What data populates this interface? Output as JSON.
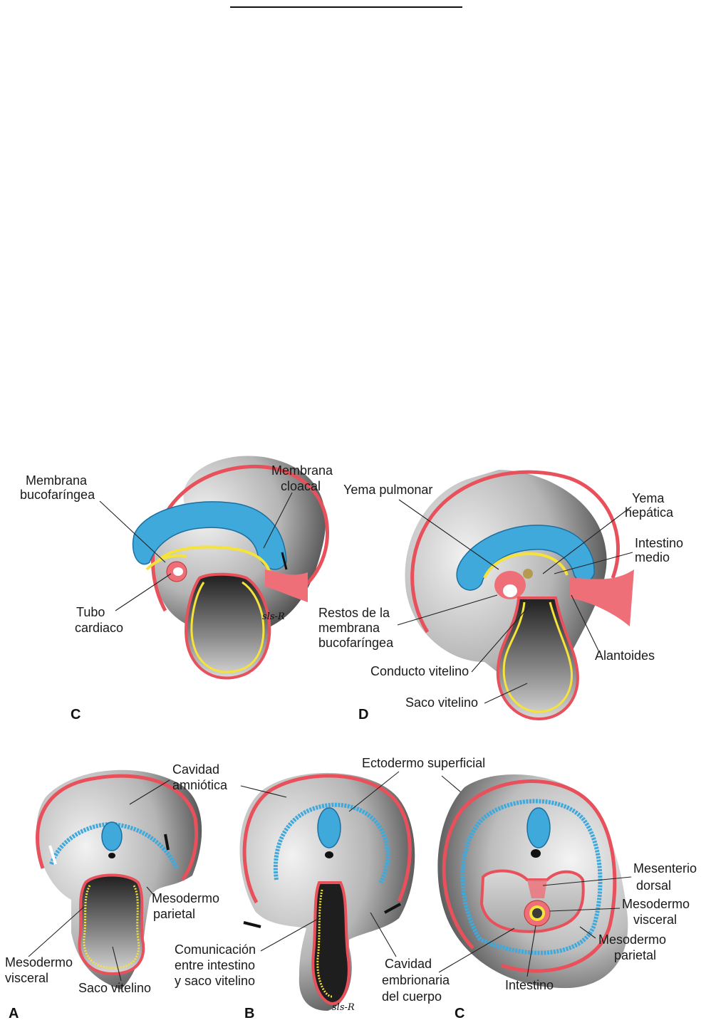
{
  "top_rule": "",
  "figure_upper": {
    "panel_c": {
      "letter": "C",
      "labels": {
        "membrana_bucofaringea_1": "Membrana",
        "membrana_bucofaringea_2": "bucofaríngea",
        "membrana_cloacal_1": "Membrana",
        "membrana_cloacal_2": "cloacal",
        "tubo_cardiaco_1": "Tubo",
        "tubo_cardiaco_2": "cardiaco"
      },
      "signature": "sls-R"
    },
    "panel_d": {
      "letter": "D",
      "labels": {
        "yema_pulmonar": "Yema pulmonar",
        "yema_hepatica_1": "Yema",
        "yema_hepatica_2": "hepática",
        "intestino_medio_1": "Intestino",
        "intestino_medio_2": "medio",
        "restos_1": "Restos de la",
        "restos_2": "membrana",
        "restos_3": "bucofaríngea",
        "conducto_vitelino": "Conducto vitelino",
        "alantoides": "Alantoides",
        "saco_vitelino": "Saco vitelino"
      }
    }
  },
  "figure_lower": {
    "panel_a": {
      "letter": "A",
      "labels": {
        "cavidad_amniotica_1": "Cavidad",
        "cavidad_amniotica_2": "amniótica",
        "mesodermo_parietal_1": "Mesodermo",
        "mesodermo_parietal_2": "parietal",
        "mesodermo_visceral_1": "Mesodermo",
        "mesodermo_visceral_2": "visceral",
        "saco_vitelino": "Saco vitelino"
      }
    },
    "panel_b": {
      "letter": "B",
      "labels": {
        "ectodermo_superficial": "Ectodermo superficial",
        "comunicacion_1": "Comunicación",
        "comunicacion_2": "entre intestino",
        "comunicacion_3": "y saco vitelino",
        "cavidad_embrionaria_1": "Cavidad",
        "cavidad_embrionaria_2": "embrionaria",
        "cavidad_embrionaria_3": "del cuerpo"
      },
      "signature": "sls-R"
    },
    "panel_c2": {
      "letter": "C",
      "labels": {
        "mesenterio_dorsal_1": "Mesenterio",
        "mesenterio_dorsal_2": "dorsal",
        "mesodermo_visceral_1": "Mesodermo",
        "mesodermo_visceral_2": "visceral",
        "mesodermo_parietal_1": "Mesodermo",
        "mesodermo_parietal_2": "parietal",
        "intestino": "Intestino"
      }
    }
  },
  "colors": {
    "ectoderm_line": "#e8505b",
    "endoderm_yellow": "#f5e23a",
    "neural_blue": "#3fa9dc",
    "mesoderm_pink": "#ee6f78",
    "gray_dark": "#3c3c3c",
    "gray_light": "#e6e6e6"
  }
}
